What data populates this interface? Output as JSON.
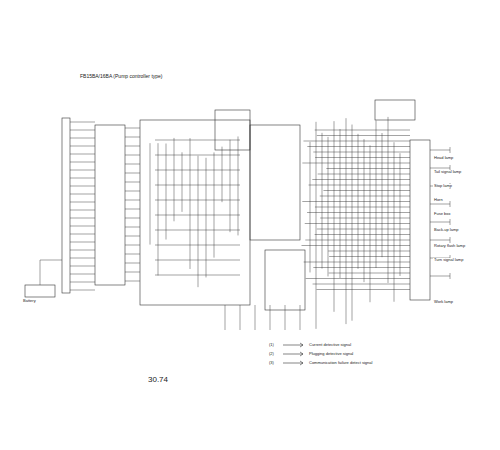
{
  "diagram": {
    "title": "FB15BA/16BA (Pump controller type)",
    "caption": "30.74",
    "labels": [
      "Head lamp",
      "Tail signal lamp",
      "Stop lamp",
      "Horn",
      "Fuse box",
      "Back-up lamp",
      "Rotary flash lamp",
      "Turn signal lamp",
      "Work lamp",
      "Battery",
      "(1)",
      "(2)",
      "(3)"
    ],
    "legend": [
      {
        "text": "Current detective signal"
      },
      {
        "text": "Plugging detective signal"
      },
      {
        "text": "Communication failure detect signal"
      }
    ]
  }
}
